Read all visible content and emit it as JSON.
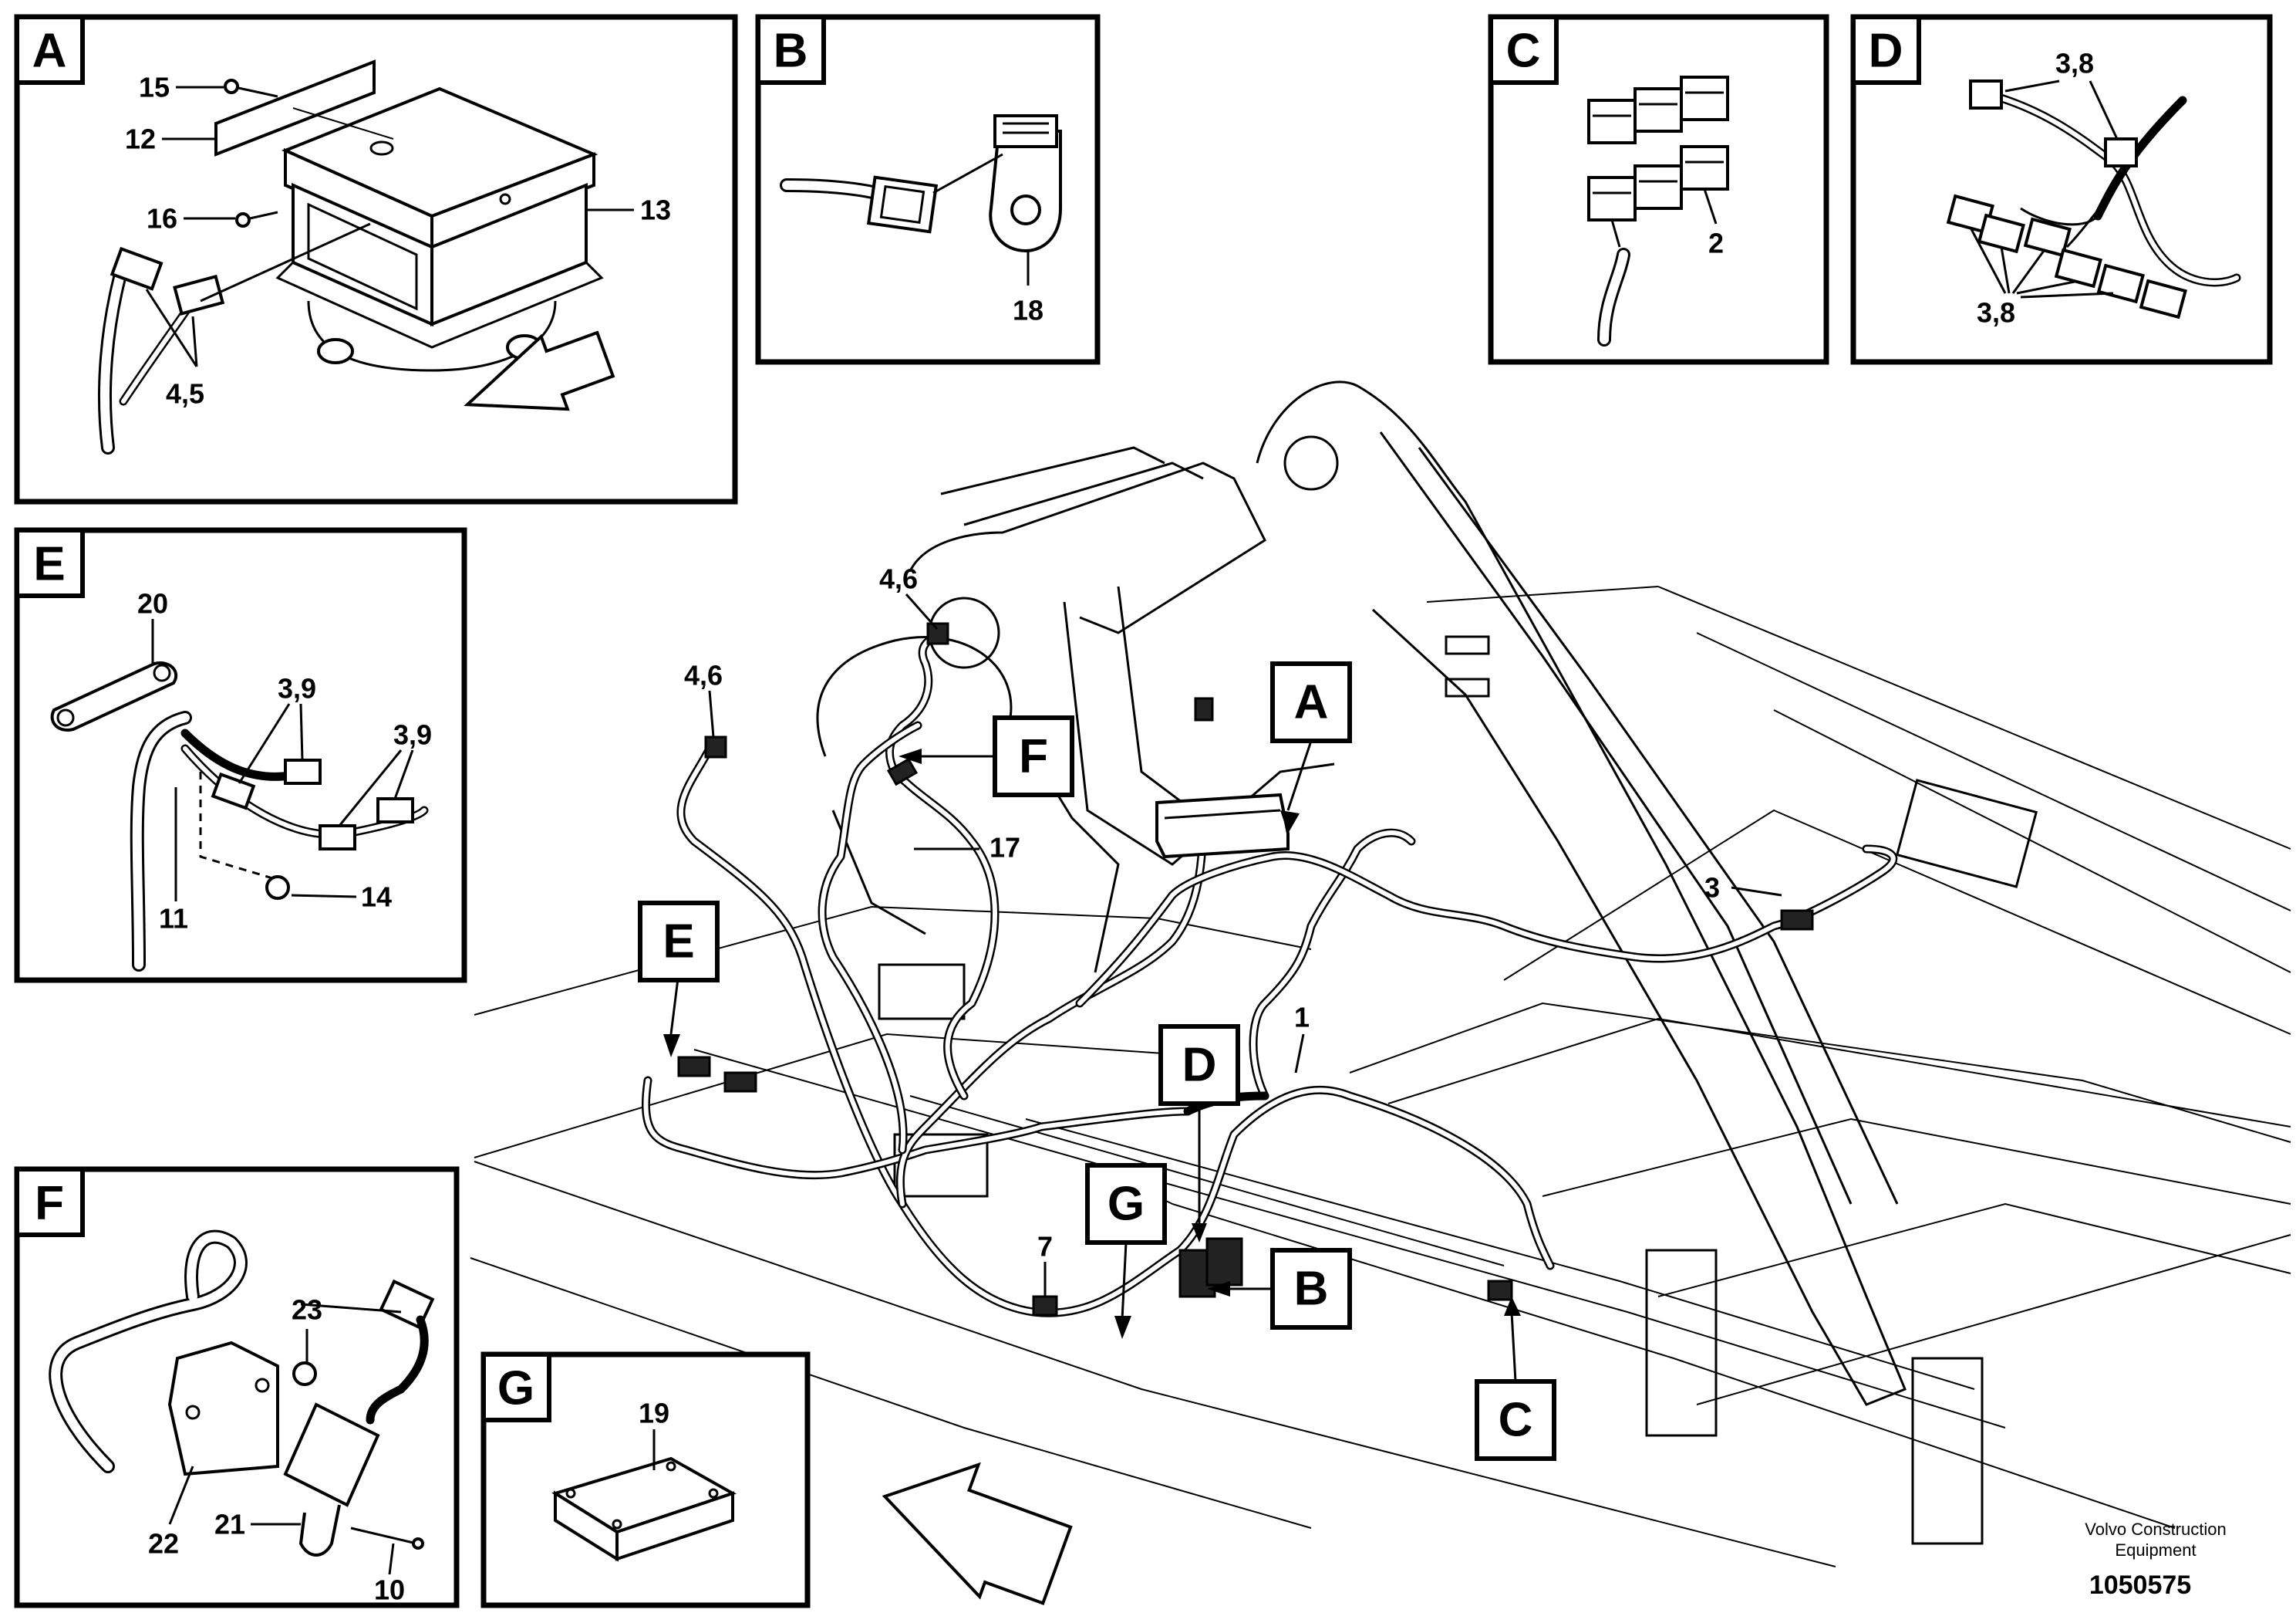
{
  "detail_views": {
    "A": {
      "tag": "A",
      "callouts": {
        "c15": "15",
        "c12": "12",
        "c16": "16",
        "c13": "13",
        "c45": "4,5"
      }
    },
    "B": {
      "tag": "B",
      "callouts": {
        "c18": "18"
      }
    },
    "C": {
      "tag": "C",
      "callouts": {
        "c2": "2"
      }
    },
    "D": {
      "tag": "D",
      "callouts": {
        "c38a": "3,8",
        "c38b": "3,8"
      }
    },
    "E": {
      "tag": "E",
      "callouts": {
        "c20": "20",
        "c39a": "3,9",
        "c39b": "3,9",
        "c11": "11",
        "c14": "14"
      }
    },
    "F": {
      "tag": "F",
      "callouts": {
        "c23": "23",
        "c22": "22",
        "c21": "21",
        "c10": "10"
      }
    },
    "G": {
      "tag": "G",
      "callouts": {
        "c19": "19"
      }
    }
  },
  "main_view": {
    "tags": {
      "A": "A",
      "B": "B",
      "C": "C",
      "D": "D",
      "E": "E",
      "F": "F",
      "G": "G"
    },
    "callouts": {
      "c46a": "4,6",
      "c46b": "4,6",
      "c17": "17",
      "c3": "3",
      "c1": "1",
      "c7": "7"
    }
  },
  "footer": {
    "company_line1": "Volvo Construction",
    "company_line2": "Equipment",
    "doc_number": "1050575"
  }
}
